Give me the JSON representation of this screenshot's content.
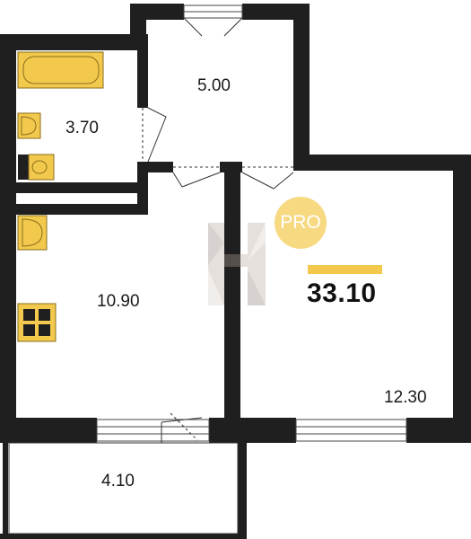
{
  "rooms": {
    "bathroom_area": "3.70",
    "hallway_area": "5.00",
    "kitchen_area": "10.90",
    "room_area": "12.30",
    "balcony_area": "4.10"
  },
  "total_area": "33.10",
  "badge": "PRO",
  "colors": {
    "wall": "#1f1f1f",
    "fixture": "#f2c94c",
    "fixture_stroke": "#8a6d1c",
    "accent": "#f2c94c",
    "badge": "#f7d982"
  },
  "icons": [
    "bathtub-icon",
    "washbasin-icon",
    "toilet-icon",
    "kitchen-sink-icon",
    "stove-icon",
    "watermark-logo"
  ]
}
